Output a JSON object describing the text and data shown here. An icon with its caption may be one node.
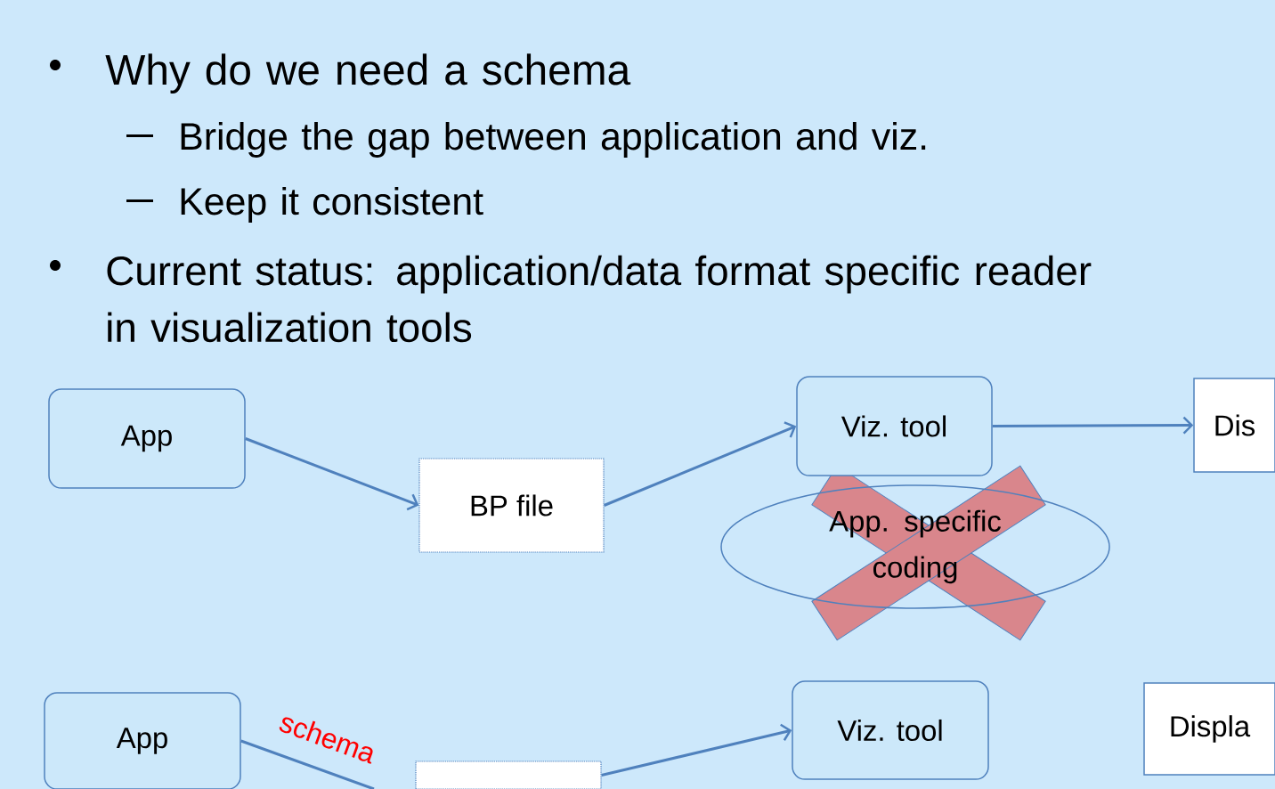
{
  "diagram": {
    "nodes": [
      {
        "text": [
          "App"
        ]
      },
      {
        "text": [
          "BP file"
        ]
      },
      {
        "text": [
          "Viz. tool"
        ]
      },
      {
        "text": [
          "Dis"
        ]
      },
      {
        "text": [
          "App. specific coding"
        ]
      },
      {
        "text": [
          "App"
        ]
      },
      {
        "text": [],
        "shape": "box"
      },
      {
        "text": [
          "Viz. tool"
        ]
      },
      {
        "text": [
          "Displa"
        ]
      }
    ],
    "edges": [
      {
        "from": 0,
        "to": 1,
        "arrow": "to"
      },
      {
        "from": 1,
        "to": 2,
        "arrow": "to"
      },
      {
        "from": 2,
        "to": 3,
        "arrow": "to"
      },
      {
        "from": 5,
        "to": null,
        "arrow": "none",
        "label": "schema"
      },
      {
        "from": 6,
        "to": 7,
        "arrow": "to"
      }
    ],
    "labels": [
      "Why do we need a schema",
      "Bridge the gap between application and viz.",
      "Keep it consistent",
      "Current status: application/data format specific reader in visualization tools"
    ]
  }
}
